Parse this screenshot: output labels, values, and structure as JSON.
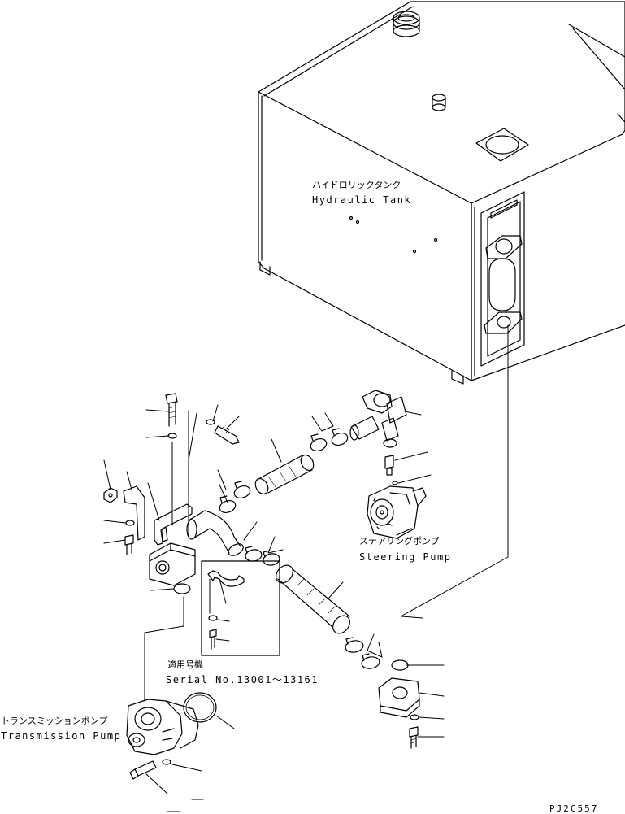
{
  "labels": {
    "tank_jp": "ハイドロリックタンク",
    "tank_en": "Hydraulic Tank",
    "steering_jp": "ステアリングポンプ",
    "steering_en": "Steering Pump",
    "serial_jp": "適用号機",
    "serial_en": "Serial No.13001～13161",
    "transmission_jp": "トランスミッションポンプ",
    "transmission_en": "Transmission Pump",
    "figure_code": "PJ2C557"
  },
  "colors": {
    "ink": "#000000",
    "paper": "#ffffff"
  }
}
